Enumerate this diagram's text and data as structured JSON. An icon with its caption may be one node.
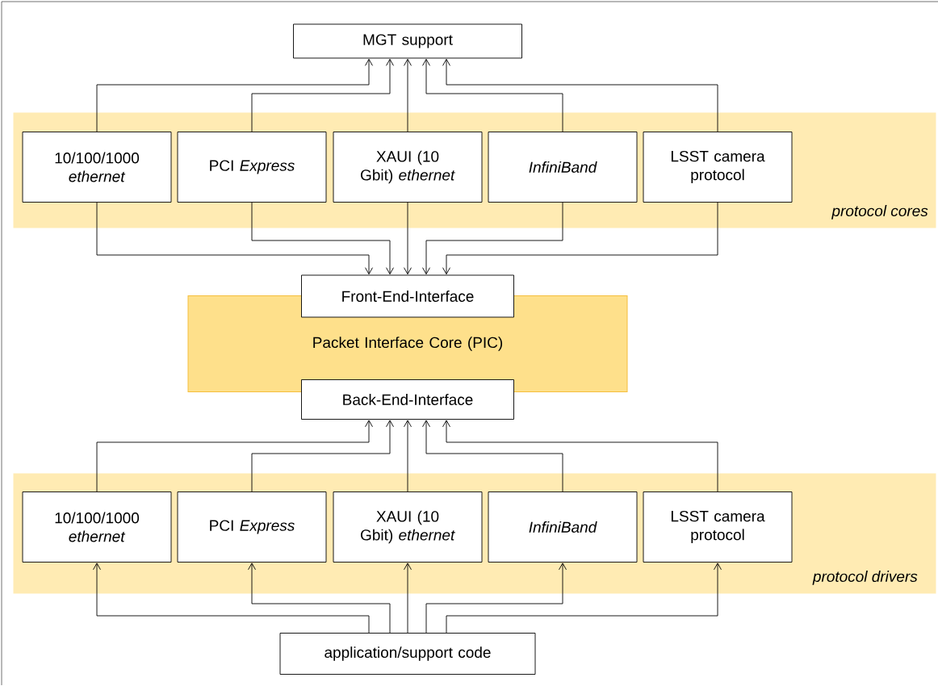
{
  "diagram": {
    "nodes": [
      {
        "text": [
          "MGT support"
        ]
      },
      {
        "text": [
          "*protocol cores*"
        ]
      },
      {
        "text": [
          "10/100/1000 *ethernet*"
        ],
        "in": 1
      },
      {
        "text": [
          "PCI *Express*"
        ],
        "in": 1
      },
      {
        "text": [
          "XAUI (10 Gbit) *ethernet*"
        ],
        "in": 1
      },
      {
        "text": [
          "InfiniBand"
        ],
        "in": 1
      },
      {
        "text": [
          "LSST camera protocol"
        ],
        "in": 1
      },
      {
        "text": [
          "Front-End-Interface"
        ]
      },
      {
        "text": [
          "Packet Interface Core (PIC)"
        ]
      },
      {
        "text": [
          "Back-End-Interface"
        ]
      },
      {
        "text": [
          "*protocol drivers*"
        ]
      },
      {
        "text": [
          "10/100/1000 *ethernet*"
        ],
        "in": 10
      },
      {
        "text": [
          "PCI *Express*"
        ],
        "in": 10
      },
      {
        "text": [
          "XAUI (10 Gbit) *ethernet*"
        ],
        "in": 10
      },
      {
        "text": [
          "InfiniBand"
        ],
        "in": 10
      },
      {
        "text": [
          "LSST camera protocol"
        ],
        "in": 10
      },
      {
        "text": [
          "application/support code"
        ]
      }
    ],
    "edges": [
      {
        "from": 2,
        "to": 0,
        "arrow": "to"
      },
      {
        "from": 3,
        "to": 0,
        "arrow": "to"
      },
      {
        "from": 4,
        "to": 0,
        "arrow": "to"
      },
      {
        "from": 5,
        "to": 0,
        "arrow": "to"
      },
      {
        "from": 6,
        "to": 0,
        "arrow": "to"
      },
      {
        "from": 2,
        "to": 7,
        "arrow": "to"
      },
      {
        "from": 3,
        "to": 7,
        "arrow": "to"
      },
      {
        "from": 4,
        "to": 7,
        "arrow": "to"
      },
      {
        "from": 5,
        "to": 7,
        "arrow": "to"
      },
      {
        "from": 6,
        "to": 7,
        "arrow": "to"
      },
      {
        "from": 11,
        "to": 9,
        "arrow": "to"
      },
      {
        "from": 12,
        "to": 9,
        "arrow": "to"
      },
      {
        "from": 13,
        "to": 9,
        "arrow": "to"
      },
      {
        "from": 14,
        "to": 9,
        "arrow": "to"
      },
      {
        "from": 15,
        "to": 9,
        "arrow": "to"
      },
      {
        "from": 16,
        "to": 11,
        "arrow": "to"
      },
      {
        "from": 16,
        "to": 12,
        "arrow": "to"
      },
      {
        "from": 16,
        "to": 13,
        "arrow": "to"
      },
      {
        "from": 16,
        "to": 14,
        "arrow": "to"
      },
      {
        "from": 16,
        "to": 15,
        "arrow": "to"
      }
    ]
  }
}
